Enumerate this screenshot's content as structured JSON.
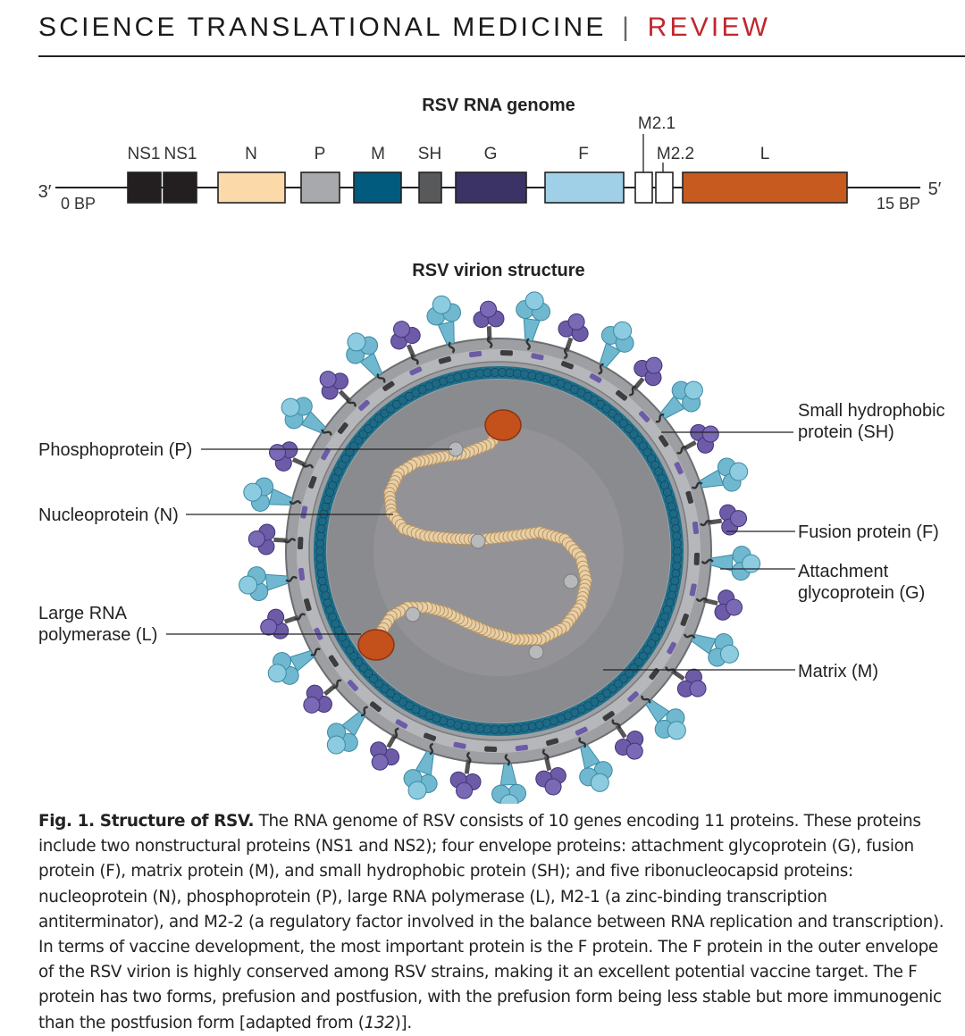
{
  "header": {
    "journal": "SCIENCE TRANSLATIONAL MEDICINE",
    "separator": "|",
    "section": "REVIEW"
  },
  "genome": {
    "title": "RSV RNA genome",
    "end_left": "3′",
    "end_right": "5′",
    "start_label": "0 BP",
    "end_label": "15 BP",
    "genes": [
      {
        "name": "NS1",
        "color": "#231f20"
      },
      {
        "name": "NS1",
        "color": "#231f20"
      },
      {
        "name": "N",
        "color": "#fcd9a8"
      },
      {
        "name": "P",
        "color": "#a7a9ac"
      },
      {
        "name": "M",
        "color": "#005b7f"
      },
      {
        "name": "SH",
        "color": "#58595b"
      },
      {
        "name": "G",
        "color": "#3b3366"
      },
      {
        "name": "F",
        "color": "#9fd0e8"
      },
      {
        "name": "M2.1",
        "color": "#ffffff"
      },
      {
        "name": "M2.2",
        "color": "#ffffff"
      },
      {
        "name": "L",
        "color": "#c75a1f"
      }
    ]
  },
  "virion": {
    "title": "RSV virion structure",
    "labels": {
      "phosphoprotein": "Phosphoprotein (P)",
      "nucleoprotein": "Nucleoprotein (N)",
      "polymerase_line1": "Large RNA",
      "polymerase_line2": "polymerase (L)",
      "sh_line1": "Small hydrophobic",
      "sh_line2": "protein (SH)",
      "fusion": "Fusion protein (F)",
      "attachment_line1": "Attachment",
      "attachment_line2": "glycoprotein (G)",
      "matrix": "Matrix (M)"
    },
    "colors": {
      "envelope": "#9d9fa2",
      "matrix_layer": "#1f6f8b",
      "interior": "#8a8b8e",
      "fusion_protein": "#6fb8cf",
      "attachment_protein": "#6d5ba8",
      "nucleocapsid": "#e8cfa6",
      "polymerase": "#c4501c"
    }
  },
  "caption": {
    "label": "Fig. 1. Structure of RSV.",
    "text": " The RNA genome of RSV consists of 10 genes encoding 11 proteins. These proteins include two nonstructural proteins (NS1 and NS2); four envelope proteins: attachment glycoprotein (G), fusion protein (F), matrix protein (M), and small hydrophobic protein (SH); and five ribonucleocapsid proteins: nucleoprotein (N), phosphoprotein (P), large RNA polymerase (L), M2-1 (a zinc-binding transcription antiterminator), and M2-2 (a regulatory factor involved in the balance between RNA replication and transcription). In terms of vaccine development, the most important protein is the F protein. The F protein in the outer envelope of the RSV virion is highly conserved among RSV strains, making it an excellent potential vaccine target. The F protein has two forms, prefusion and postfusion, with the prefusion form being less stable but more immunogenic than the postfusion form [adapted from (",
    "ref": "132",
    "text_end": ")]."
  }
}
